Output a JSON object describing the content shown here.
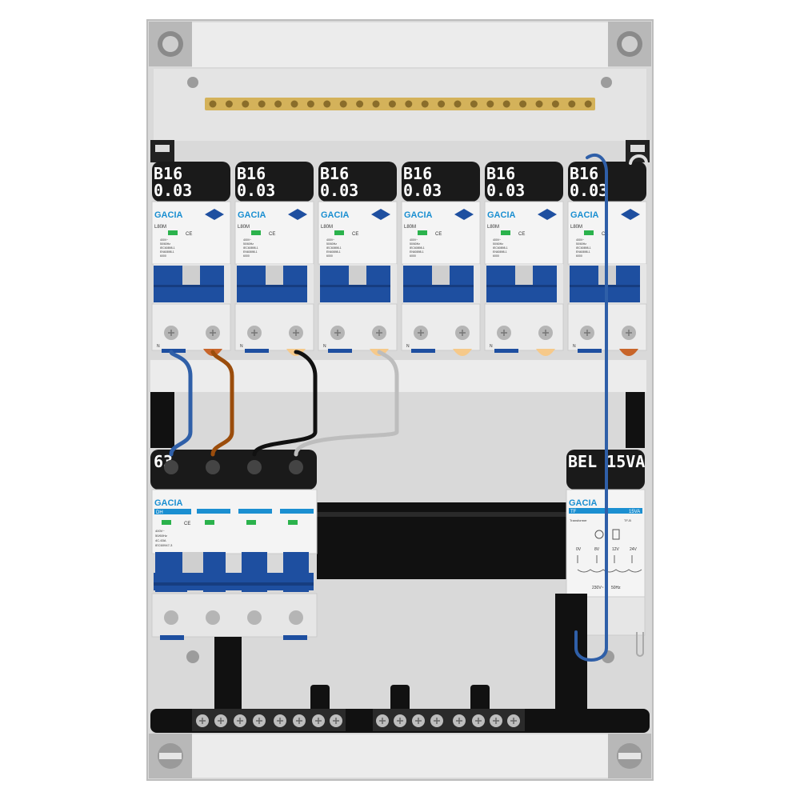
{
  "breakers": [
    {
      "rating": "B16",
      "sensitivity": "0.03",
      "brand": "GACIA",
      "model": "L80M"
    },
    {
      "rating": "B16",
      "sensitivity": "0.03",
      "brand": "GACIA",
      "model": "L80M"
    },
    {
      "rating": "B16",
      "sensitivity": "0.03",
      "brand": "GACIA",
      "model": "L80M"
    },
    {
      "rating": "B16",
      "sensitivity": "0.03",
      "brand": "GACIA",
      "model": "L80M"
    },
    {
      "rating": "B16",
      "sensitivity": "0.03",
      "brand": "GACIA",
      "model": "L80M"
    },
    {
      "rating": "B16",
      "sensitivity": "0.03",
      "brand": "GACIA",
      "model": "L80M"
    }
  ],
  "breaker_fine_print": [
    "400V~",
    "50/60Hz",
    "IEC60898-1",
    "EN60898-1",
    "6000"
  ],
  "main_switch": {
    "label": "63",
    "brand": "GACIA",
    "model": "DH",
    "fine_print": [
      "400V~",
      "50/60Hz",
      "4C-63A",
      "IEC60947-3"
    ]
  },
  "bell_transformer": {
    "label": "BEL 15VA",
    "brand": "GACIA",
    "model": "TF",
    "rating": "15VA",
    "title": "Transformer",
    "code": "TF-B",
    "voltages": [
      "0V",
      "8V",
      "12V",
      "24V"
    ],
    "input": "230V~",
    "freq": "50Hz"
  },
  "neutral_mark": "N",
  "ce_mark": "CE",
  "colors": {
    "frame": "#c8c8c8",
    "din_rail": "#000000",
    "toggle_blue": "#1e4fa0",
    "wire_blue": "#2f5fa8",
    "wire_brown": "#9b4d0c",
    "wire_black": "#111111",
    "wire_grey": "#bdbdbd",
    "brass": "#d4b25a"
  }
}
